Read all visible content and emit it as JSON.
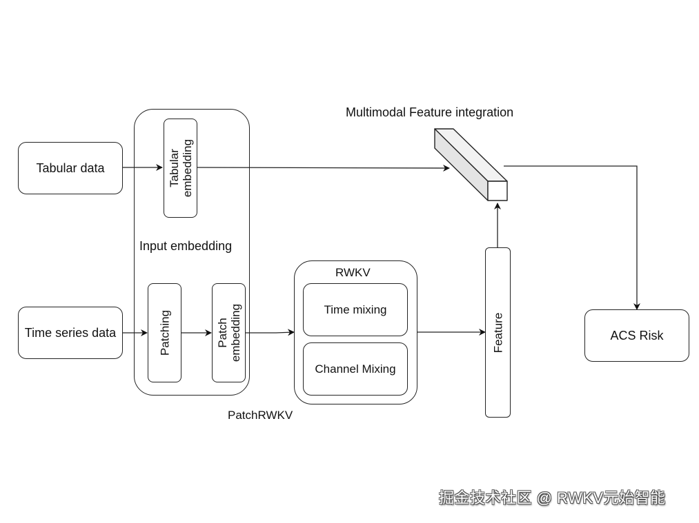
{
  "diagram": {
    "inputs": {
      "tabular": "Tabular data",
      "time_series": "Time series data"
    },
    "input_embedding": {
      "title": "Input embedding",
      "tabular_embedding": "Tabular\nembedding",
      "patching": "Patching",
      "patch_embedding": "Patch\nembedding"
    },
    "rwkv": {
      "title": "RWKV",
      "time_mixing": "Time mixing",
      "channel_mixing": "Channel Mixing"
    },
    "patchrwkv_label": "PatchRWKV",
    "feature": "Feature",
    "integration_label": "Multimodal Feature integration",
    "output": "ACS Risk",
    "edges": [
      {
        "from": "Tabular data",
        "to": "Tabular embedding"
      },
      {
        "from": "Tabular embedding",
        "to": "Multimodal Feature integration"
      },
      {
        "from": "Time series data",
        "to": "Patching"
      },
      {
        "from": "Patching",
        "to": "Patch embedding"
      },
      {
        "from": "Patch embedding",
        "to": "RWKV"
      },
      {
        "from": "RWKV",
        "to": "Feature"
      },
      {
        "from": "Feature",
        "to": "Multimodal Feature integration"
      },
      {
        "from": "Multimodal Feature integration",
        "to": "ACS Risk"
      }
    ]
  },
  "watermark": "掘金技术社区 @ RWKV元始智能"
}
